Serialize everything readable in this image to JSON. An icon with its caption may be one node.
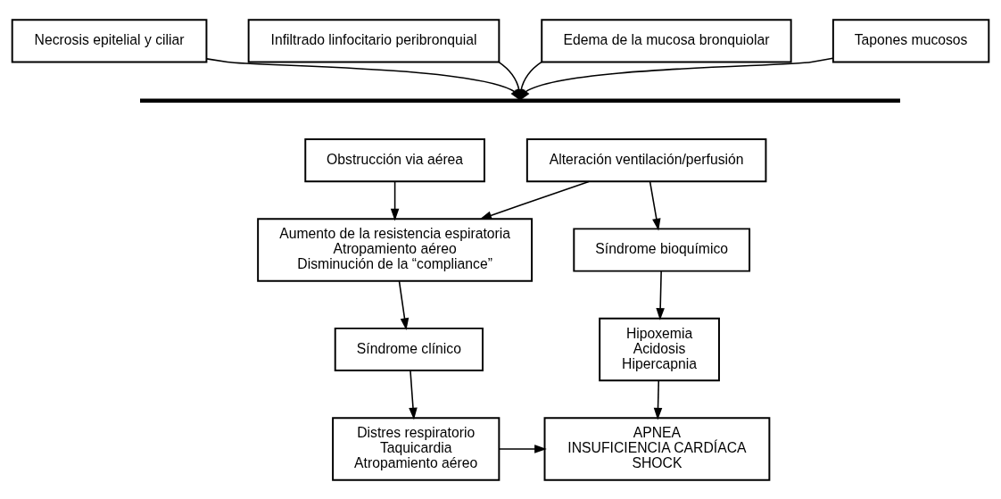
{
  "diagram": {
    "nodes": [
      {
        "text": [
          "Necrosis epitelial y ciliar"
        ]
      },
      {
        "text": [
          "Infiltrado linfocitario peribronquial"
        ]
      },
      {
        "text": [
          "Edema de la mucosa bronquiolar"
        ]
      },
      {
        "text": [
          "Tapones mucosos"
        ]
      },
      {
        "text": [],
        "shape": "bar"
      },
      {
        "text": [
          "Obstrucción via aérea"
        ]
      },
      {
        "text": [
          "Alteración ventilación/perfusión"
        ]
      },
      {
        "text": [
          "Aumento de la resistencia espiratoria",
          "Atropamiento aéreo",
          "Disminución de la “compliance”"
        ]
      },
      {
        "text": [
          "Síndrome bioquímico"
        ]
      },
      {
        "text": [
          "Síndrome clínico"
        ]
      },
      {
        "text": [
          "Hipoxemia",
          "Acidosis",
          "Hipercapnia"
        ]
      },
      {
        "text": [
          "Distres respiratorio",
          "Taquicardia",
          "Atropamiento aéreo"
        ]
      },
      {
        "text": [
          "APNEA",
          "INSUFICIENCIA CARDÍACA",
          "SHOCK"
        ]
      }
    ],
    "edges": [
      {
        "from": 0,
        "to": 4,
        "arrow": "to"
      },
      {
        "from": 1,
        "to": 4,
        "arrow": "to"
      },
      {
        "from": 2,
        "to": 4,
        "arrow": "to"
      },
      {
        "from": 3,
        "to": 4,
        "arrow": "to"
      },
      {
        "from": 5,
        "to": 7,
        "arrow": "to"
      },
      {
        "from": 6,
        "to": 7,
        "arrow": "to"
      },
      {
        "from": 6,
        "to": 8,
        "arrow": "to"
      },
      {
        "from": 7,
        "to": 9,
        "arrow": "to"
      },
      {
        "from": 8,
        "to": 10,
        "arrow": "to"
      },
      {
        "from": 9,
        "to": 11,
        "arrow": "to"
      },
      {
        "from": 10,
        "to": 12,
        "arrow": "to"
      },
      {
        "from": 11,
        "to": 12,
        "arrow": "to"
      }
    ]
  }
}
